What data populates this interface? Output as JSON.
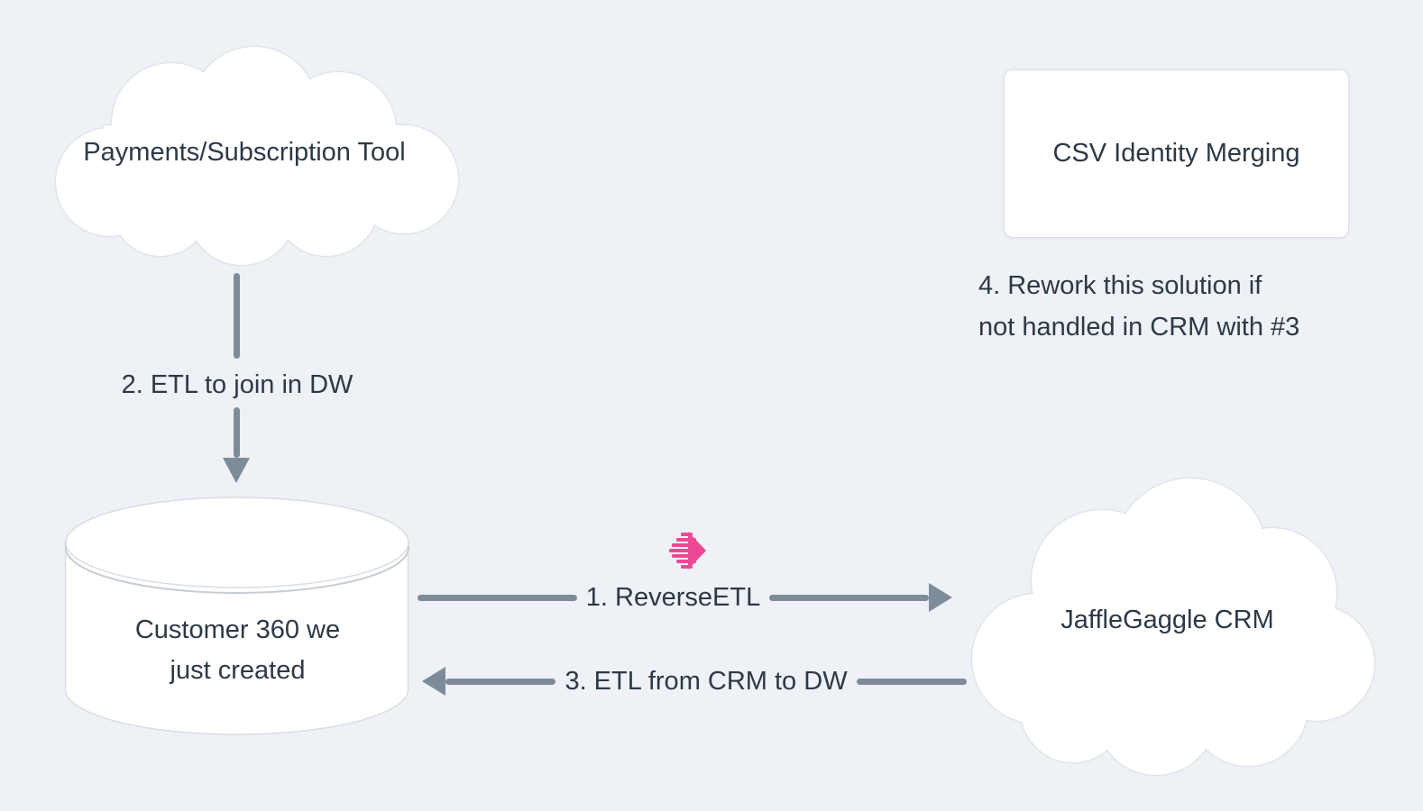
{
  "diagram": {
    "nodes": {
      "payments_tool": {
        "label": "Payments/Subscription Tool",
        "shape": "cloud"
      },
      "csv_identity": {
        "label": "CSV Identity Merging",
        "shape": "card"
      },
      "customer_360": {
        "label_line1": "Customer 360 we",
        "label_line2": "just created",
        "shape": "database-cylinder"
      },
      "jafflegaggle_crm": {
        "label": "JaffleGaggle CRM",
        "shape": "cloud"
      }
    },
    "edges": {
      "reverse_etl": {
        "label": "1. ReverseETL",
        "from": "customer_360",
        "to": "jafflegaggle_crm",
        "direction": "right"
      },
      "etl_to_dw": {
        "label": "2. ETL to join in DW",
        "from": "payments_tool",
        "to": "customer_360",
        "direction": "down"
      },
      "etl_from_crm": {
        "label": "3. ETL from CRM to DW",
        "from": "jafflegaggle_crm",
        "to": "customer_360",
        "direction": "left"
      }
    },
    "notes": {
      "rework": {
        "line1": "4. Rework this solution if",
        "line2": "not handled in CRM with #3"
      }
    },
    "icons": {
      "census": "census-logo-icon"
    },
    "colors": {
      "background": "#eef1f5",
      "node_fill": "#ffffff",
      "node_border": "#d9dee4",
      "arrow": "#7e8c99",
      "text": "#2d3946",
      "accent_pink": "#ec4896"
    }
  }
}
